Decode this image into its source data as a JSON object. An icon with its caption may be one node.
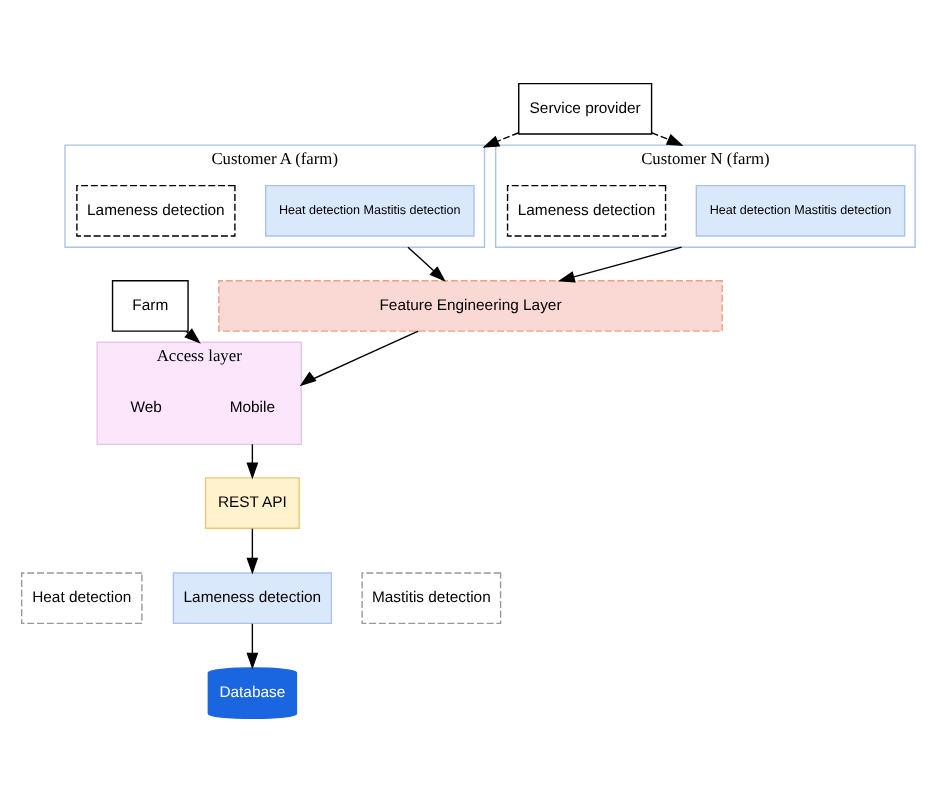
{
  "diagram": {
    "nodes": [
      {
        "text": [
          "Farm"
        ]
      },
      {
        "text": [
          "Service provider"
        ]
      },
      {
        "text": [
          "Customer A (farm)"
        ]
      },
      {
        "text": [
          "Heat detection Mastitis detection"
        ],
        "in": 2
      },
      {
        "text": [
          "Lameness detection"
        ],
        "in": 2
      },
      {
        "text": [
          "Customer N (farm)"
        ]
      },
      {
        "text": [
          "Heat detection Mastitis detection"
        ],
        "in": 5
      },
      {
        "text": [
          "Lameness detection"
        ],
        "in": 5
      },
      {
        "text": [
          "Feature Engineering Layer"
        ]
      },
      {
        "text": [
          "Access layer"
        ]
      },
      {
        "text": [
          "Mobile"
        ],
        "in": 9
      },
      {
        "text": [
          "Web"
        ],
        "in": 9
      },
      {
        "text": [
          "REST API"
        ]
      },
      {
        "text": [
          "Heat detection"
        ]
      },
      {
        "text": [
          "Lameness detection"
        ]
      },
      {
        "text": [
          "Mastitis detection"
        ]
      },
      {
        "text": [
          "Database"
        ]
      }
    ],
    "edges": [
      {
        "from": 1,
        "to": 2,
        "arrow": "to",
        "style": "dashed"
      },
      {
        "from": 1,
        "to": 5,
        "arrow": "to",
        "style": "dashed"
      },
      {
        "from": 2,
        "to": 8,
        "arrow": "to"
      },
      {
        "from": 5,
        "to": 8,
        "arrow": "to"
      },
      {
        "from": 0,
        "to": 9,
        "arrow": "to"
      },
      {
        "from": 8,
        "to": 9,
        "arrow": "to"
      },
      {
        "from": 9,
        "to": 12,
        "arrow": "to"
      },
      {
        "from": 12,
        "to": 14,
        "arrow": "to"
      },
      {
        "from": 14,
        "to": 16,
        "arrow": "to"
      }
    ]
  }
}
